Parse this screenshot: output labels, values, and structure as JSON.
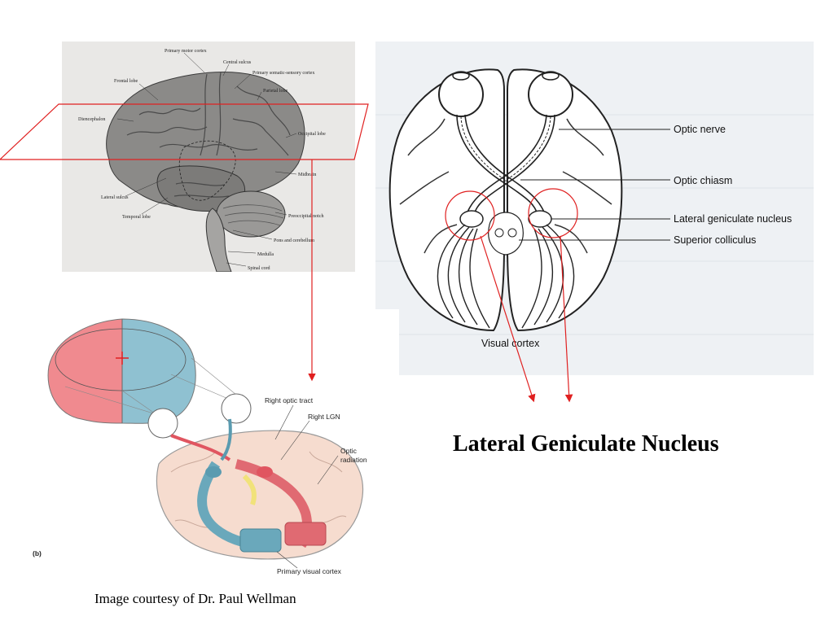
{
  "lateral_brain_labels": {
    "primary_motor_cortex": "Primary motor cortex",
    "central_sulcus": "Central sulcus",
    "primary_somatic_sensory_cortex": "Primary somatic-sensory cortex",
    "frontal_lobe": "Frontal lobe",
    "parietal_lobe": "Parietal lobe",
    "diencephalon": "Diencephalon",
    "occipital_lobe": "Occipital lobe",
    "midbrain": "Midbrain",
    "lateral_sulcus": "Lateral sulcus",
    "temporal_lobe": "Temporal lobe",
    "preoccipital_notch": "Preoccipital notch",
    "pons_and_cerebellum": "Pons and cerebellum",
    "medulla": "Medulla",
    "spinal_cord": "Spinal cord"
  },
  "axial_labels": {
    "optic_nerve": "Optic nerve",
    "optic_chiasm": "Optic chiasm",
    "lateral_geniculate_nucleus": "Lateral geniculate nucleus",
    "superior_colliculus": "Superior colliculus",
    "visual_cortex": "Visual cortex"
  },
  "pathway_labels": {
    "right_optic_tract": "Right optic tract",
    "right_lgn": "Right LGN",
    "optic_radiation_line1": "Optic",
    "optic_radiation_line2": "radiation",
    "primary_visual_cortex": "Primary visual cortex",
    "panel_letter": "(b)"
  },
  "title": "Lateral Geniculate Nucleus",
  "credit": "Image courtesy of Dr. Paul Wellman",
  "colors": {
    "accent_red": "#e02020",
    "visual_field_left": "#f08a8f",
    "visual_field_right": "#8fc1d1"
  }
}
